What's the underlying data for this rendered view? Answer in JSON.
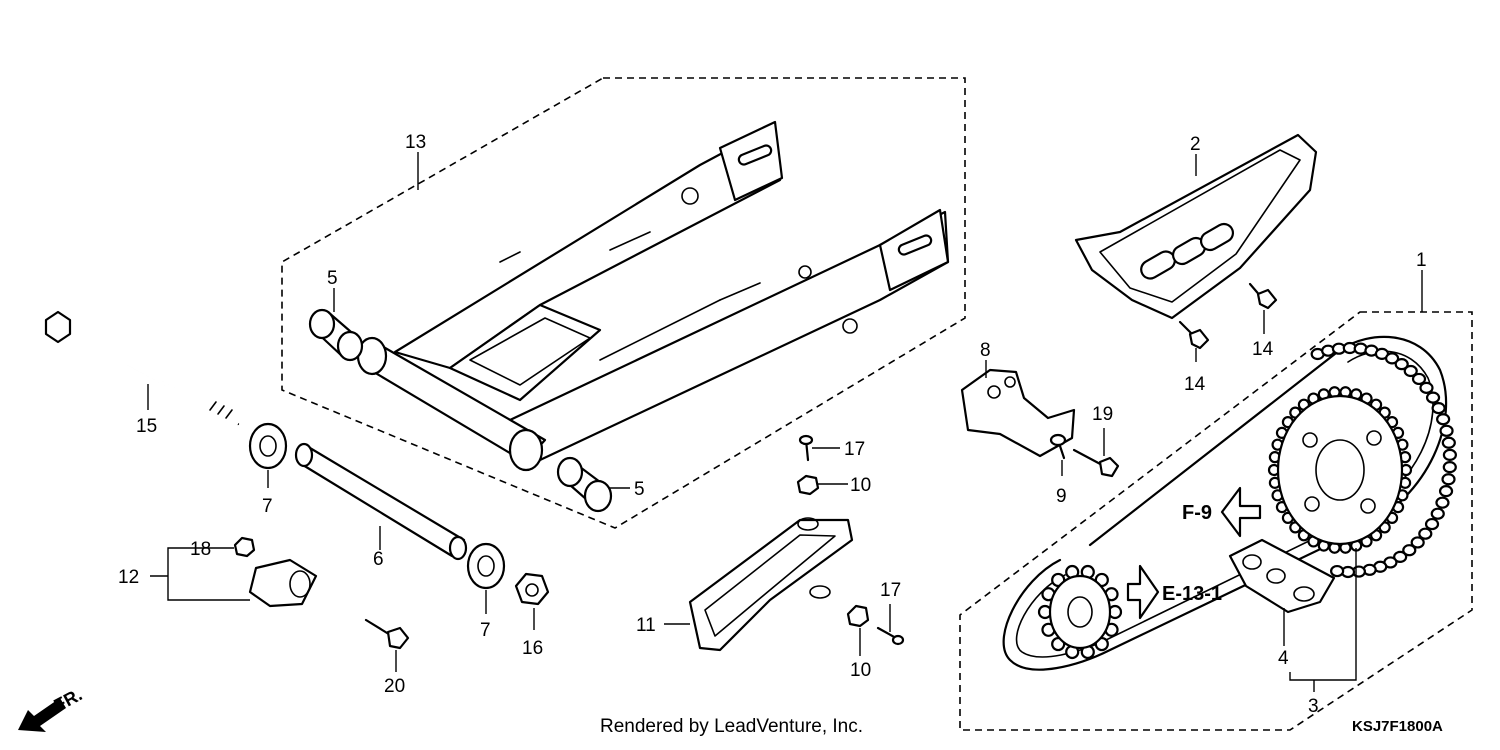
{
  "callouts": {
    "c1": "1",
    "c2": "2",
    "c3": "3",
    "c4": "4",
    "c5a": "5",
    "c5b": "5",
    "c6": "6",
    "c7a": "7",
    "c7b": "7",
    "c8": "8",
    "c9": "9",
    "c10a": "10",
    "c10b": "10",
    "c11": "11",
    "c12": "12",
    "c13": "13",
    "c14a": "14",
    "c14b": "14",
    "c15": "15",
    "c16": "16",
    "c17a": "17",
    "c17b": "17",
    "c18": "18",
    "c19": "19",
    "c20": "20"
  },
  "references": {
    "f9": "F-9",
    "e13": "E-13-1"
  },
  "direction_label": "FR.",
  "credit": "Rendered by LeadVenture, Inc.",
  "diagram_code": "KSJ7F1800A"
}
